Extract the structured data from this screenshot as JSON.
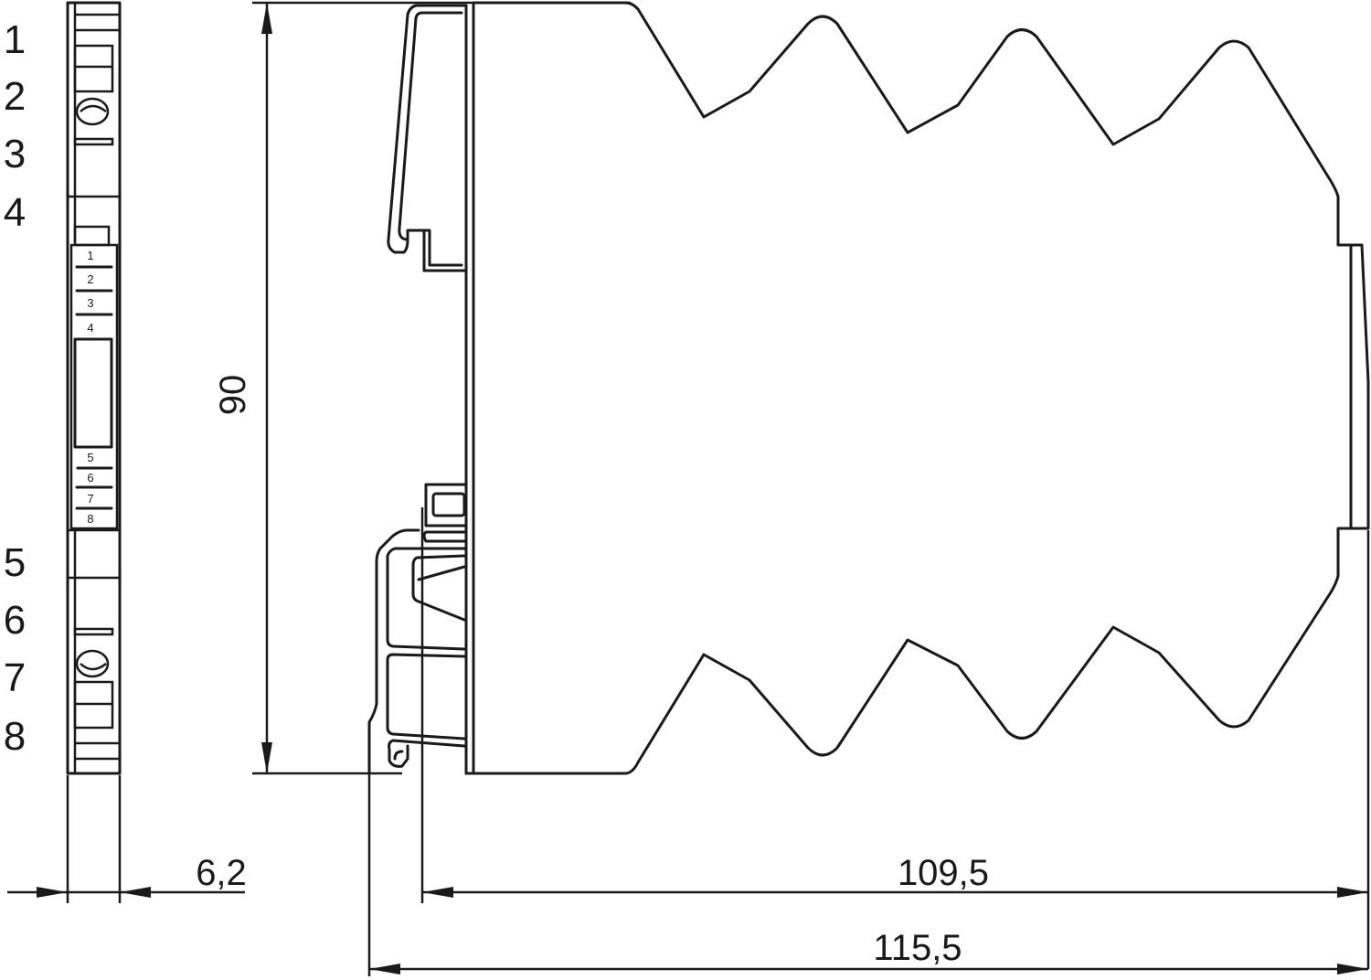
{
  "drawing": {
    "type": "dimensional technical drawing",
    "subject": "DIN-rail mounted module, front view and side view",
    "colors": {
      "line": "#1a1a1a",
      "background": "#ffffff"
    }
  },
  "front_view": {
    "terminal_labels_top": [
      "1",
      "2",
      "3",
      "4"
    ],
    "terminal_labels_bottom": [
      "5",
      "6",
      "7",
      "8"
    ],
    "label_strip": [
      "1",
      "2",
      "3",
      "4",
      "5",
      "6",
      "7",
      "8"
    ]
  },
  "dimensions": {
    "height": "90",
    "width_front": "6,2",
    "depth_inner": "109,5",
    "depth_total": "115,5"
  }
}
